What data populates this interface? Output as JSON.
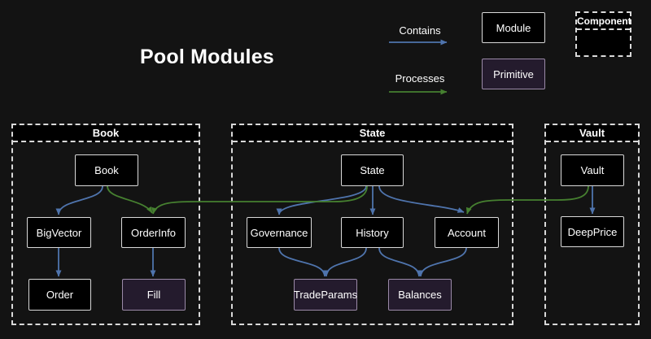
{
  "title": "Pool Modules",
  "colors": {
    "background": "#131313",
    "module_bg": "#000000",
    "module_border": "#d9d9d9",
    "primitive_bg": "#241b2d",
    "primitive_border": "#9b8aa8",
    "contains_color": "#4f74ad",
    "processes_color": "#468030",
    "dashed_border": "#d9d9d9",
    "text": "#ffffff"
  },
  "legend": {
    "contains_label": "Contains",
    "processes_label": "Processes",
    "module_label": "Module",
    "primitive_label": "Primitive",
    "component_label": "Component"
  },
  "containers": {
    "book": {
      "label": "Book"
    },
    "state": {
      "label": "State"
    },
    "vault": {
      "label": "Vault"
    }
  },
  "nodes": {
    "book": {
      "label": "Book",
      "type": "module",
      "container": "book"
    },
    "bigvector": {
      "label": "BigVector",
      "type": "module",
      "container": "book"
    },
    "orderinfo": {
      "label": "OrderInfo",
      "type": "module",
      "container": "book"
    },
    "order": {
      "label": "Order",
      "type": "module",
      "container": "book"
    },
    "fill": {
      "label": "Fill",
      "type": "primitive",
      "container": "book"
    },
    "state": {
      "label": "State",
      "type": "module",
      "container": "state"
    },
    "governance": {
      "label": "Governance",
      "type": "module",
      "container": "state"
    },
    "history": {
      "label": "History",
      "type": "module",
      "container": "state"
    },
    "account": {
      "label": "Account",
      "type": "module",
      "container": "state"
    },
    "tradeparams": {
      "label": "TradeParams",
      "type": "primitive",
      "container": "state"
    },
    "balances": {
      "label": "Balances",
      "type": "primitive",
      "container": "state"
    },
    "vault": {
      "label": "Vault",
      "type": "module",
      "container": "vault"
    },
    "deepprice": {
      "label": "DeepPrice",
      "type": "module",
      "container": "vault"
    }
  },
  "edges": [
    {
      "from": "Book",
      "to": "BigVector",
      "type": "contains"
    },
    {
      "from": "BigVector",
      "to": "Order",
      "type": "contains"
    },
    {
      "from": "OrderInfo",
      "to": "Fill",
      "type": "contains"
    },
    {
      "from": "State",
      "to": "Governance",
      "type": "contains"
    },
    {
      "from": "State",
      "to": "History",
      "type": "contains"
    },
    {
      "from": "State",
      "to": "Account",
      "type": "contains"
    },
    {
      "from": "Governance",
      "to": "TradeParams",
      "type": "contains"
    },
    {
      "from": "History",
      "to": "TradeParams",
      "type": "contains"
    },
    {
      "from": "History",
      "to": "Balances",
      "type": "contains"
    },
    {
      "from": "Account",
      "to": "Balances",
      "type": "contains"
    },
    {
      "from": "Vault",
      "to": "DeepPrice",
      "type": "contains"
    },
    {
      "from": "Book",
      "to": "OrderInfo",
      "type": "processes"
    },
    {
      "from": "State",
      "to": "OrderInfo",
      "type": "processes"
    },
    {
      "from": "Vault",
      "to": "Account",
      "type": "processes"
    }
  ]
}
